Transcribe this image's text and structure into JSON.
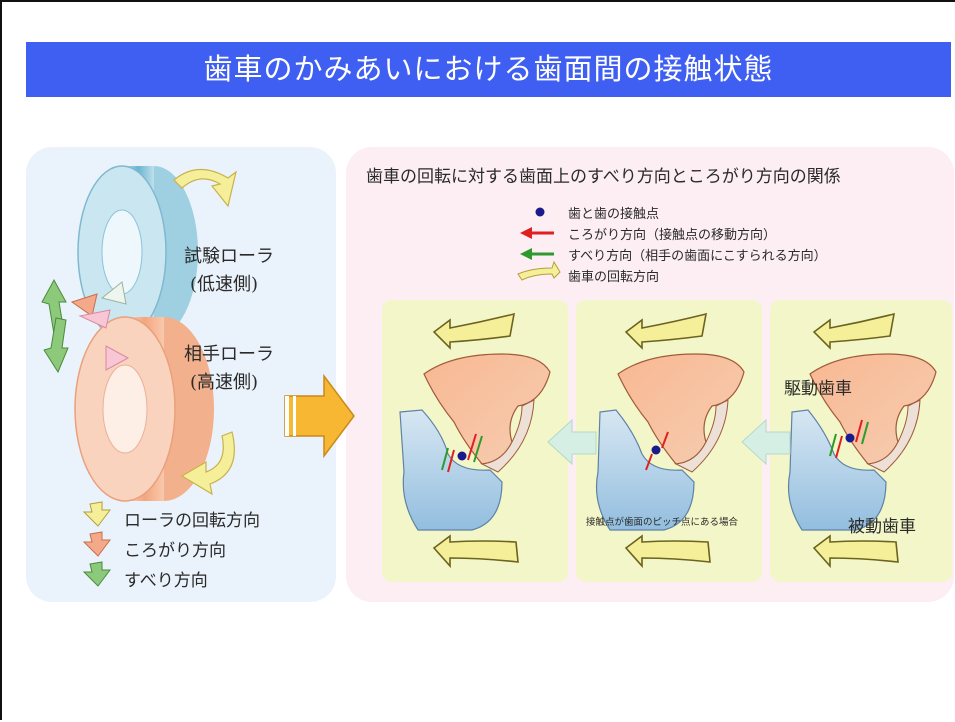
{
  "title": "歯車のかみあいにおける歯面間の接触状態",
  "left_panel": {
    "test_roller": {
      "name": "試験ローラ",
      "speed": "(低速側)"
    },
    "mate_roller": {
      "name": "相手ローラ",
      "speed": "(高速側)"
    },
    "legend": [
      {
        "label": "ローラの回転方向",
        "color": "#f6ef9a",
        "icon": "arrow-down-icon"
      },
      {
        "label": "ころがり方向",
        "color": "#f4a98a",
        "icon": "arrow-down-icon"
      },
      {
        "label": "すべり方向",
        "color": "#8cc97a",
        "icon": "arrow-down-icon"
      }
    ]
  },
  "right_panel": {
    "heading": "歯車の回転に対する歯面上のすべり方向ところがり方向の関係",
    "legend": [
      {
        "label": "歯と歯の接触点",
        "color": "#1a1a8c",
        "icon": "dot-icon"
      },
      {
        "label": "ころがり方向（接触点の移動方向）",
        "color": "#e02020",
        "icon": "arrow-left-icon"
      },
      {
        "label": "すべり方向（相手の歯面にこすられる方向）",
        "color": "#2e9a2e",
        "icon": "arrow-left-icon"
      },
      {
        "label": "歯車の回転方向",
        "color": "#f6ef9a",
        "icon": "curved-arrow-icon"
      }
    ],
    "pitch_note": "接触点が歯面のピッチ点にある場合",
    "driving_gear": "駆動歯車",
    "driven_gear": "被動歯車"
  },
  "colors": {
    "title_bar": "#3f5ff2",
    "gear_upper": "#f8b892",
    "gear_lower": "#a9cbe6",
    "panel_card": "#f3f6c8"
  }
}
